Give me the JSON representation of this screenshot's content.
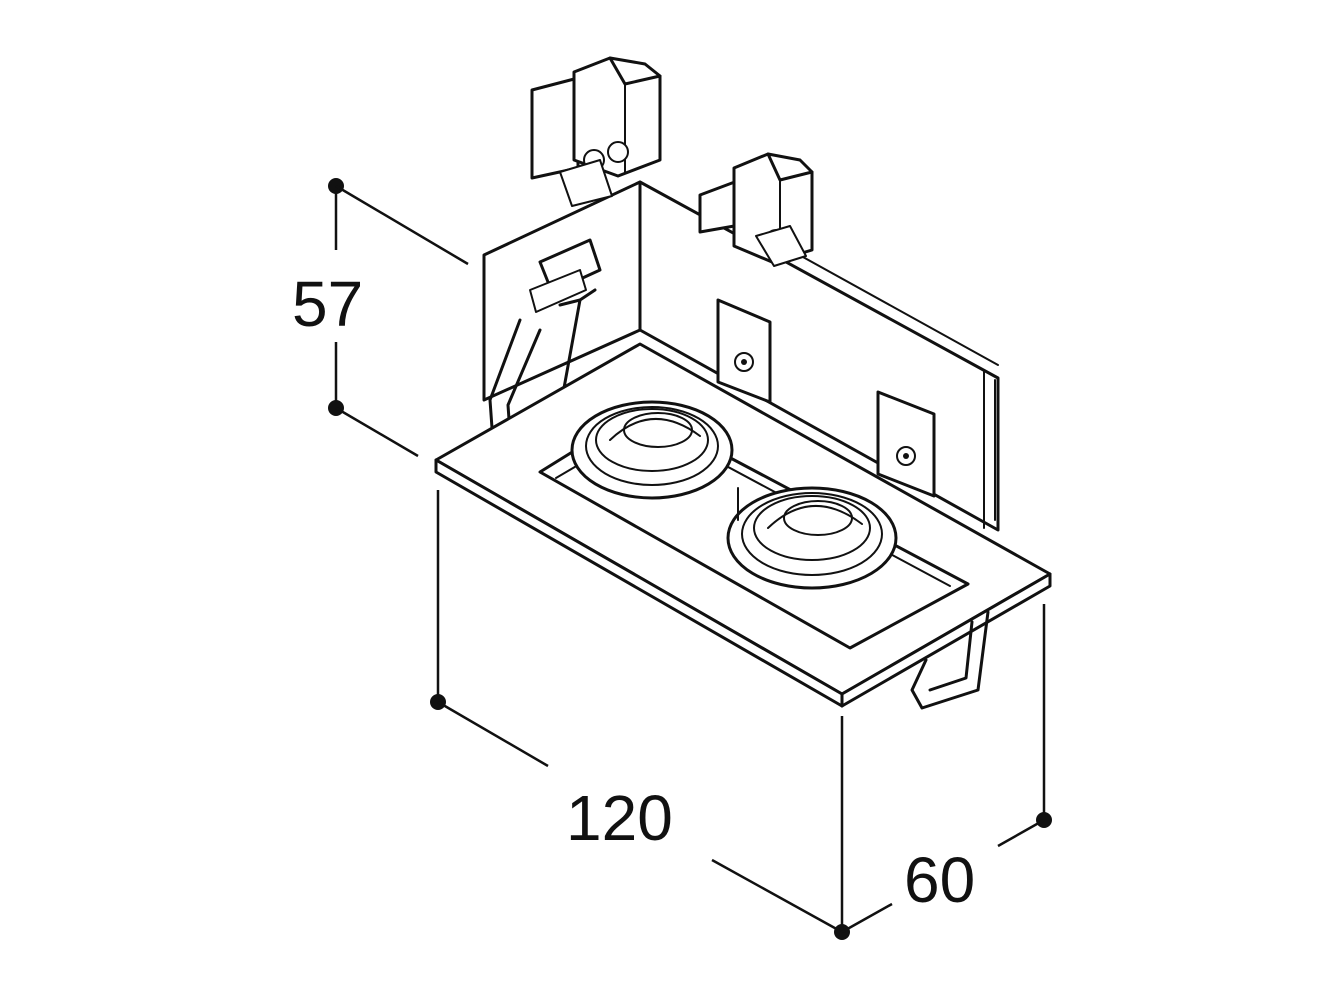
{
  "dimensions": {
    "height": "57",
    "length": "120",
    "width": "60"
  },
  "colors": {
    "line": "#111111",
    "background": "#ffffff"
  }
}
